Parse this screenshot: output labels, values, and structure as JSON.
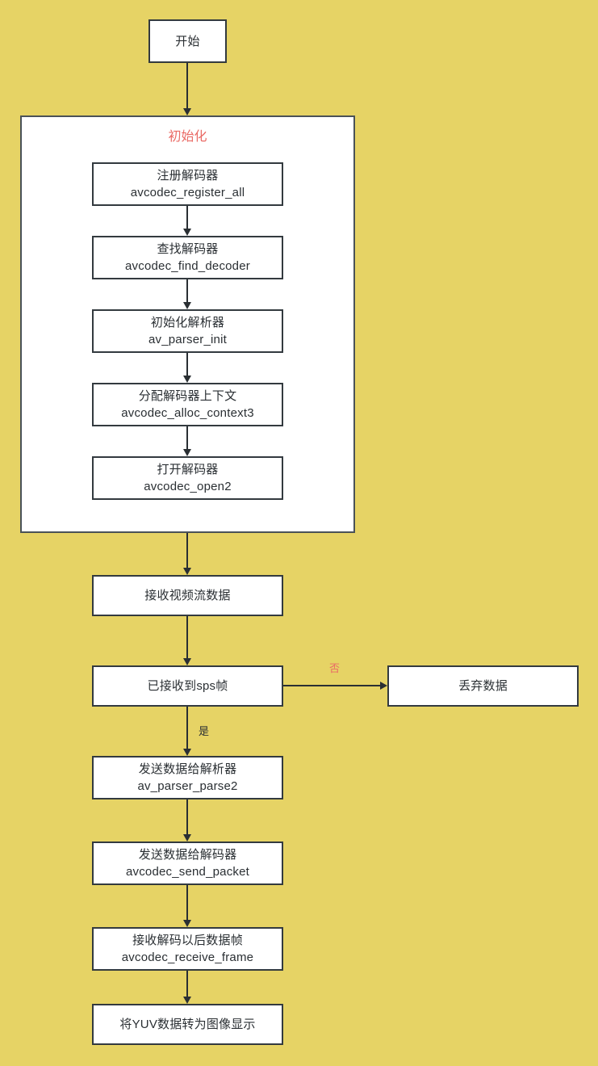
{
  "diagram": {
    "title_text": "初始化",
    "background_color": "#e6d365",
    "node_fill_color": "#ffffff",
    "node_border_color": "#333a3f",
    "accent_color": "#ea6b66"
  },
  "nodes": {
    "start": {
      "line1": "开始",
      "line2": ""
    },
    "register": {
      "line1": "注册解码器",
      "line2": "avcodec_register_all"
    },
    "find_decoder": {
      "line1": "查找解码器",
      "line2": "avcodec_find_decoder"
    },
    "parser_init": {
      "line1": "初始化解析器",
      "line2": "av_parser_init"
    },
    "alloc_context": {
      "line1": "分配解码器上下文",
      "line2": "avcodec_alloc_context3"
    },
    "open_codec": {
      "line1": "打开解码器",
      "line2": "avcodec_open2"
    },
    "receive_stream": {
      "line1": "接收视频流数据",
      "line2": ""
    },
    "sps_decision": {
      "line1": "已接收到sps帧",
      "line2": ""
    },
    "discard": {
      "line1": "丢弃数据",
      "line2": ""
    },
    "send_parser": {
      "line1": "发送数据给解析器",
      "line2": "av_parser_parse2"
    },
    "send_decoder": {
      "line1": "发送数据给解码器",
      "line2": "avcodec_send_packet"
    },
    "receive_frame": {
      "line1": "接收解码以后数据帧",
      "line2": "avcodec_receive_frame"
    },
    "yuv_display": {
      "line1": "将YUV数据转为图像显示",
      "line2": ""
    }
  },
  "edge_labels": {
    "no": "否",
    "yes": "是"
  }
}
